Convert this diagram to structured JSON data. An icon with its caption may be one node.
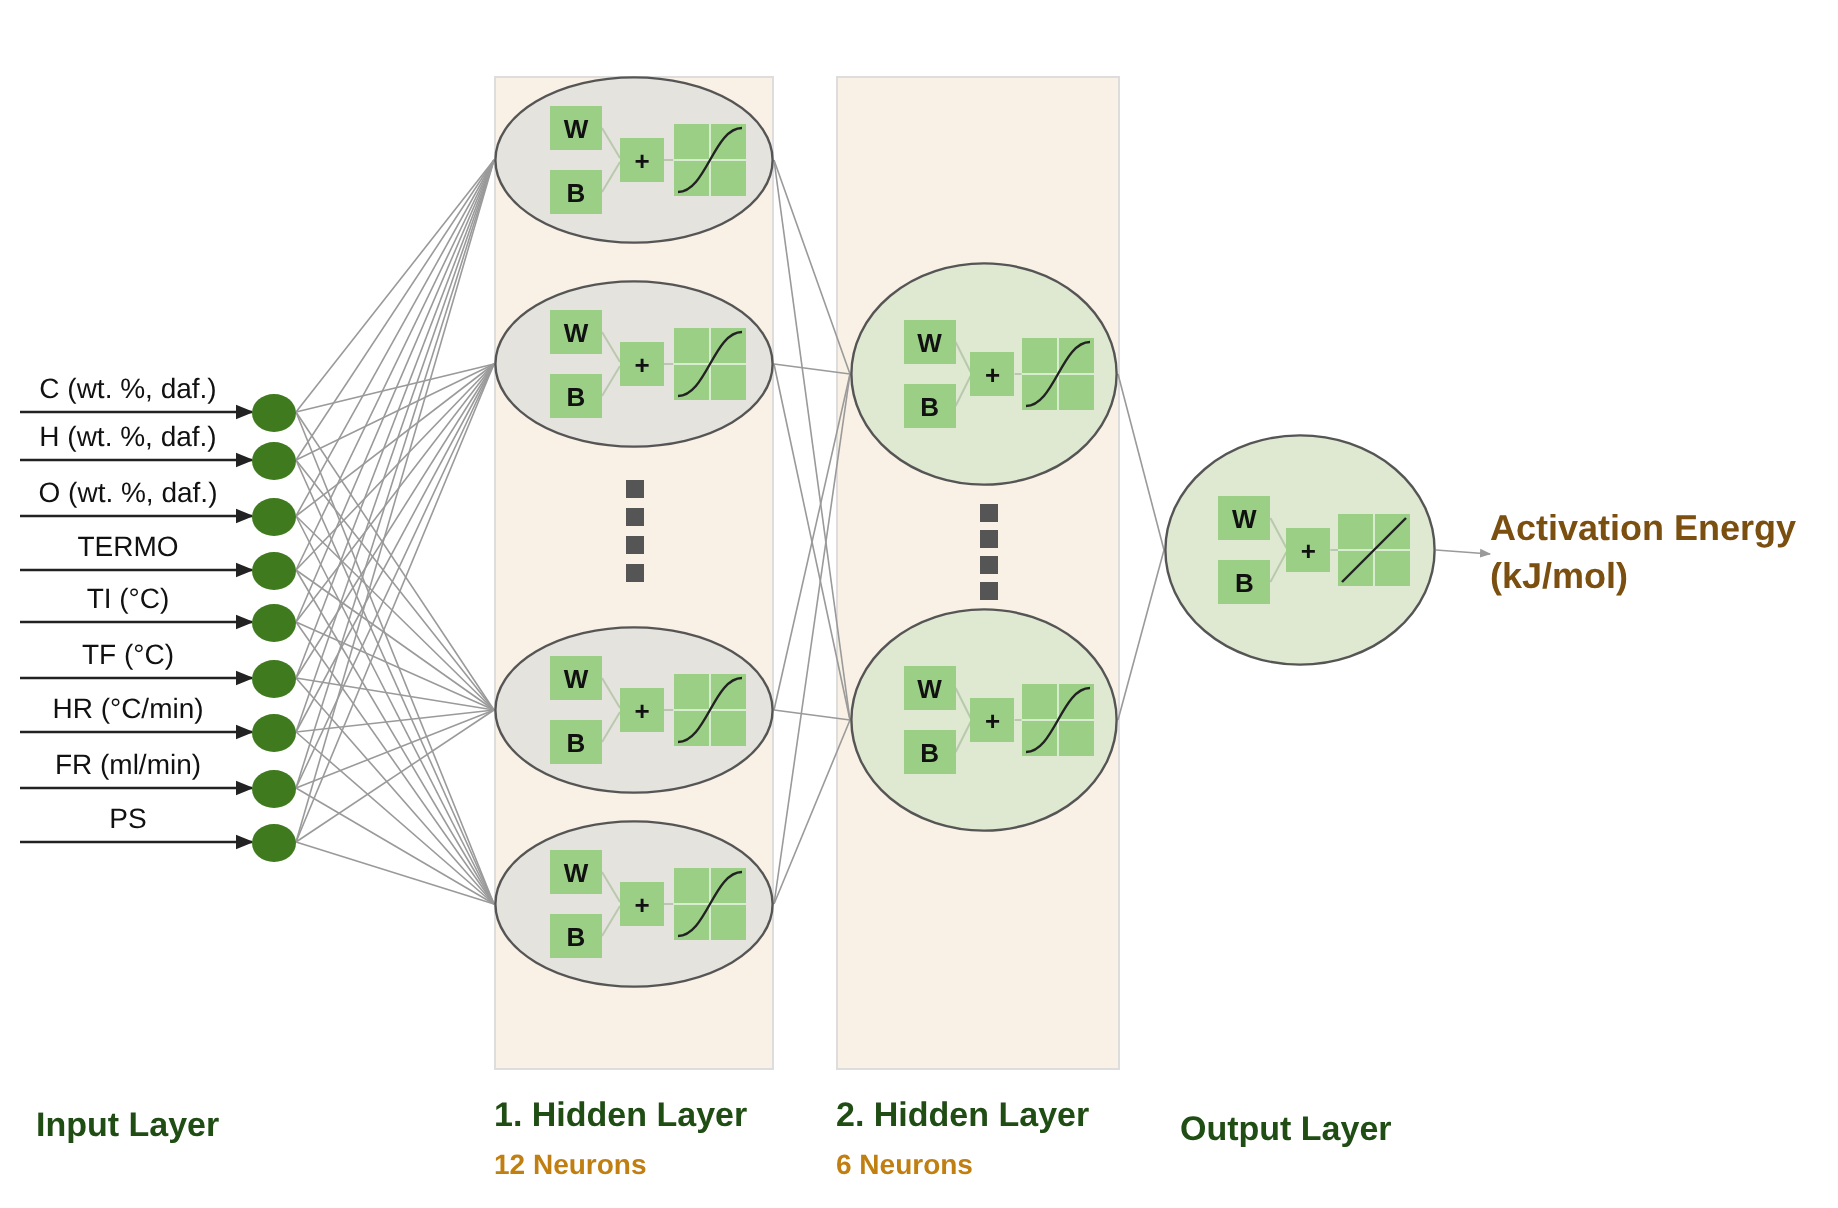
{
  "diagram": {
    "nodes": [
      {
        "text": [],
        "shape": "circle"
      },
      {
        "text": [],
        "shape": "circle"
      },
      {
        "text": [],
        "shape": "circle"
      },
      {
        "text": [],
        "shape": "circle"
      },
      {
        "text": [],
        "shape": "circle"
      },
      {
        "text": [],
        "shape": "circle"
      },
      {
        "text": [],
        "shape": "circle"
      },
      {
        "text": [],
        "shape": "circle"
      },
      {
        "text": [],
        "shape": "circle"
      },
      {
        "text": [
          "1. Hidden Layer",
          "12 Neurons"
        ]
      },
      {
        "text": [
          "W",
          "B",
          "+"
        ],
        "in": 9
      },
      {
        "text": [
          "W",
          "B",
          "+"
        ],
        "in": 9
      },
      {
        "text": [
          "W",
          "B",
          "+"
        ],
        "in": 9
      },
      {
        "text": [
          "W",
          "B",
          "+"
        ],
        "in": 9
      },
      {
        "text": [
          "2. Hidden Layer",
          "6 Neurons"
        ]
      },
      {
        "text": [
          "W",
          "B",
          "+"
        ],
        "in": 14
      },
      {
        "text": [
          "W",
          "B",
          "+"
        ],
        "in": 14
      },
      {
        "text": [
          "W",
          "B",
          "+"
        ]
      },
      {
        "text": [
          "Activation Energy (kJ/mol)"
        ]
      }
    ],
    "edges": [
      {
        "from": null,
        "to": 0,
        "arrow": "to",
        "label": "C (wt. %, daf.)",
        "color": "#222222"
      },
      {
        "from": null,
        "to": 1,
        "arrow": "to",
        "label": "H (wt. %, daf.)",
        "color": "#222222"
      },
      {
        "from": null,
        "to": 2,
        "arrow": "to",
        "label": "O (wt. %, daf.)",
        "color": "#222222"
      },
      {
        "from": null,
        "to": 3,
        "arrow": "to",
        "label": "TERMO",
        "color": "#222222"
      },
      {
        "from": null,
        "to": 4,
        "arrow": "to",
        "label": "TI (°C)",
        "color": "#222222"
      },
      {
        "from": null,
        "to": 5,
        "arrow": "to",
        "label": "TF (°C)",
        "color": "#222222"
      },
      {
        "from": null,
        "to": 6,
        "arrow": "to",
        "label": "HR (°C/min)",
        "color": "#222222"
      },
      {
        "from": null,
        "to": 7,
        "arrow": "to",
        "label": "FR (ml/min)",
        "color": "#222222"
      },
      {
        "from": null,
        "to": 8,
        "arrow": "to",
        "label": "PS",
        "color": "#222222"
      },
      {
        "from": 0,
        "to": 10,
        "arrow": "none"
      },
      {
        "from": 0,
        "to": 11,
        "arrow": "none"
      },
      {
        "from": 0,
        "to": 12,
        "arrow": "none"
      },
      {
        "from": 0,
        "to": 13,
        "arrow": "none"
      },
      {
        "from": 1,
        "to": 10,
        "arrow": "none"
      },
      {
        "from": 1,
        "to": 11,
        "arrow": "none"
      },
      {
        "from": 1,
        "to": 12,
        "arrow": "none"
      },
      {
        "from": 1,
        "to": 13,
        "arrow": "none"
      },
      {
        "from": 2,
        "to": 10,
        "arrow": "none"
      },
      {
        "from": 2,
        "to": 11,
        "arrow": "none"
      },
      {
        "from": 2,
        "to": 12,
        "arrow": "none"
      },
      {
        "from": 2,
        "to": 13,
        "arrow": "none"
      },
      {
        "from": 3,
        "to": 10,
        "arrow": "none"
      },
      {
        "from": 3,
        "to": 11,
        "arrow": "none"
      },
      {
        "from": 3,
        "to": 12,
        "arrow": "none"
      },
      {
        "from": 3,
        "to": 13,
        "arrow": "none"
      },
      {
        "from": 4,
        "to": 10,
        "arrow": "none"
      },
      {
        "from": 4,
        "to": 11,
        "arrow": "none"
      },
      {
        "from": 4,
        "to": 12,
        "arrow": "none"
      },
      {
        "from": 4,
        "to": 13,
        "arrow": "none"
      },
      {
        "from": 5,
        "to": 10,
        "arrow": "none"
      },
      {
        "from": 5,
        "to": 11,
        "arrow": "none"
      },
      {
        "from": 5,
        "to": 12,
        "arrow": "none"
      },
      {
        "from": 5,
        "to": 13,
        "arrow": "none"
      },
      {
        "from": 6,
        "to": 10,
        "arrow": "none"
      },
      {
        "from": 6,
        "to": 11,
        "arrow": "none"
      },
      {
        "from": 6,
        "to": 12,
        "arrow": "none"
      },
      {
        "from": 6,
        "to": 13,
        "arrow": "none"
      },
      {
        "from": 7,
        "to": 10,
        "arrow": "none"
      },
      {
        "from": 7,
        "to": 11,
        "arrow": "none"
      },
      {
        "from": 7,
        "to": 12,
        "arrow": "none"
      },
      {
        "from": 7,
        "to": 13,
        "arrow": "none"
      },
      {
        "from": 8,
        "to": 10,
        "arrow": "none"
      },
      {
        "from": 8,
        "to": 11,
        "arrow": "none"
      },
      {
        "from": 8,
        "to": 12,
        "arrow": "none"
      },
      {
        "from": 8,
        "to": 13,
        "arrow": "none"
      },
      {
        "from": 10,
        "to": 15,
        "arrow": "none"
      },
      {
        "from": 10,
        "to": 16,
        "arrow": "none"
      },
      {
        "from": 11,
        "to": 15,
        "arrow": "none"
      },
      {
        "from": 11,
        "to": 16,
        "arrow": "none"
      },
      {
        "from": 12,
        "to": 15,
        "arrow": "none"
      },
      {
        "from": 12,
        "to": 16,
        "arrow": "none"
      },
      {
        "from": 13,
        "to": 15,
        "arrow": "none"
      },
      {
        "from": 13,
        "to": 16,
        "arrow": "none"
      },
      {
        "from": 15,
        "to": 17,
        "arrow": "none"
      },
      {
        "from": 16,
        "to": 17,
        "arrow": "none"
      },
      {
        "from": 17,
        "to": 18,
        "arrow": "to"
      }
    ],
    "labels": [
      "Input Layer",
      "Output Layer"
    ]
  }
}
